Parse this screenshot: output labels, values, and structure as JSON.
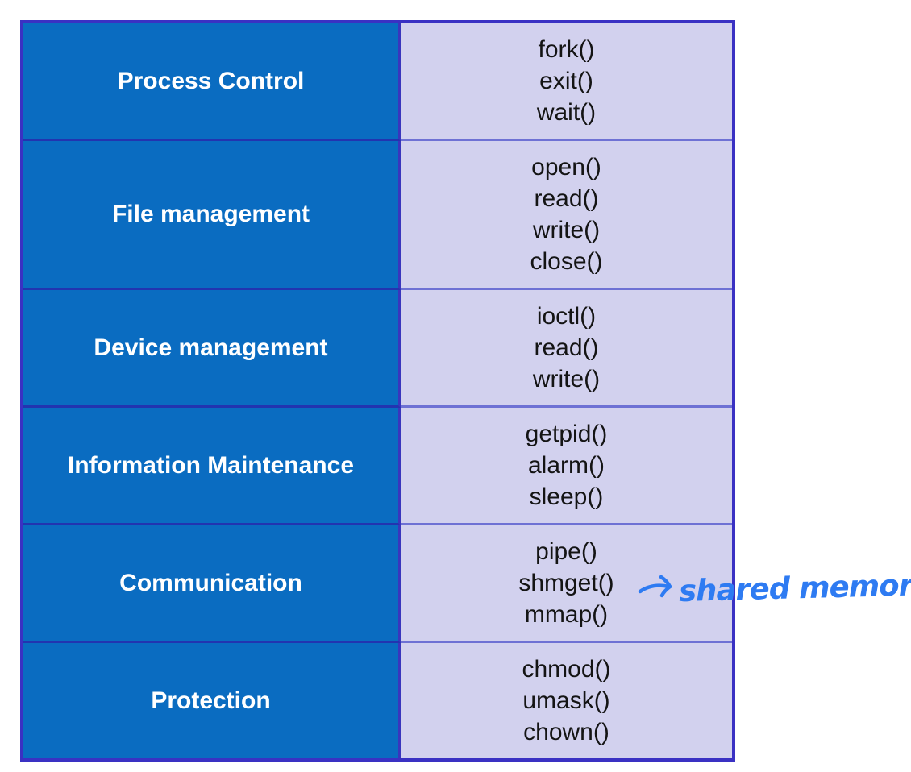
{
  "table": {
    "rows": [
      {
        "category": "Process Control",
        "syscalls": [
          "fork()",
          "exit()",
          "wait()"
        ]
      },
      {
        "category": "File management",
        "syscalls": [
          "open()",
          "read()",
          "write()",
          "close()"
        ]
      },
      {
        "category": "Device management",
        "syscalls": [
          "ioctl()",
          "read()",
          "write()"
        ]
      },
      {
        "category": "Information Maintenance",
        "syscalls": [
          "getpid()",
          "alarm()",
          "sleep()"
        ]
      },
      {
        "category": "Communication",
        "syscalls": [
          "pipe()",
          "shmget()",
          "mmap()"
        ]
      },
      {
        "category": "Protection",
        "syscalls": [
          "chmod()",
          "umask()",
          "chown()"
        ]
      }
    ]
  },
  "annotation": {
    "arrow_icon": "handwritten-right-arrow",
    "text": "shared memory",
    "points_to": "shmget()",
    "ink_color": "#2e7bf2"
  },
  "colors": {
    "category_bg": "#0a6cc1",
    "syscall_bg": "#d2d1ee",
    "outer_border": "#3a31c3",
    "column_divider": "#3a35bd",
    "left_row_divider": "#2234b0",
    "right_row_divider": "#6e71d4",
    "category_text": "#ffffff",
    "syscall_text": "#141414"
  }
}
